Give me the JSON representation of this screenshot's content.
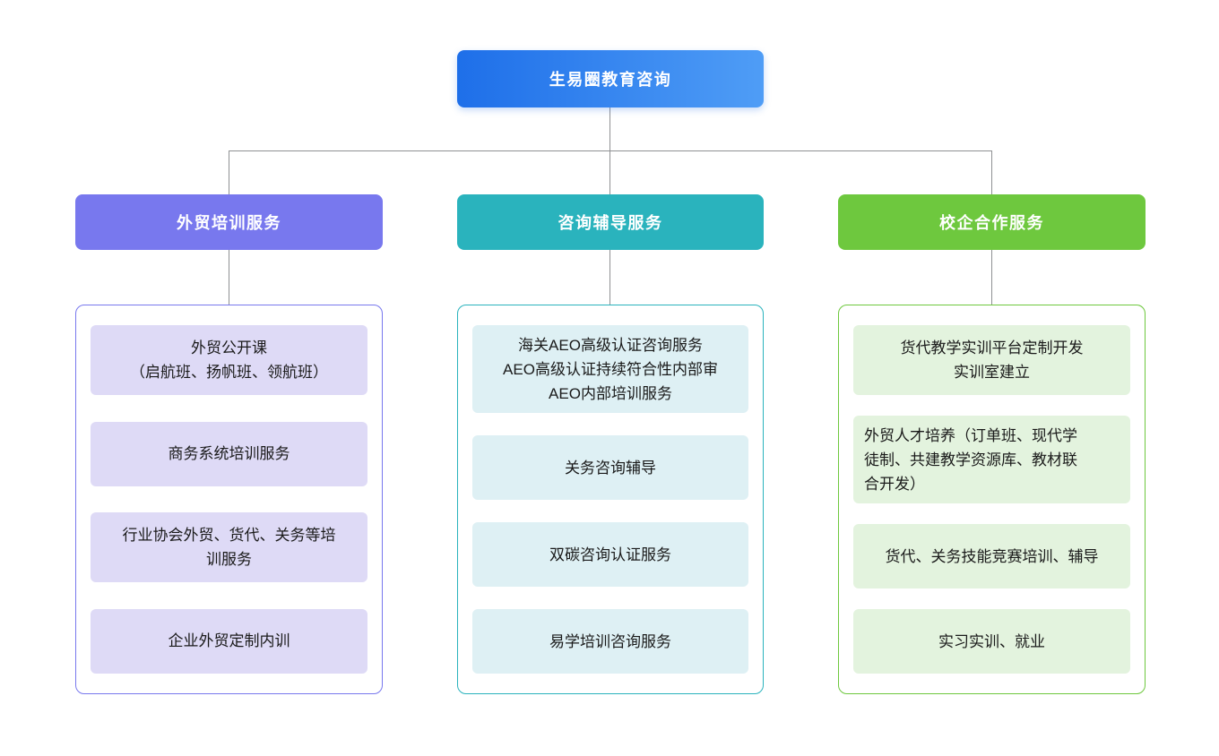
{
  "root": {
    "label": "生易圈教育咨询"
  },
  "branches": [
    {
      "label": "外贸培训服务",
      "items": [
        {
          "text": "外贸公开课\n（启航班、扬帆班、领航班）",
          "align": "center"
        },
        {
          "text": "商务系统培训服务",
          "align": "center"
        },
        {
          "text": "行业协会外贸、货代、关务等培\n训服务",
          "align": "center"
        },
        {
          "text": "企业外贸定制内训",
          "align": "center"
        }
      ]
    },
    {
      "label": "咨询辅导服务",
      "items": [
        {
          "text": "海关AEO高级认证咨询服务\nAEO高级认证持续符合性内部审\nAEO内部培训服务",
          "align": "center"
        },
        {
          "text": "关务咨询辅导",
          "align": "center"
        },
        {
          "text": "双碳咨询认证服务",
          "align": "center"
        },
        {
          "text": "易学培训咨询服务",
          "align": "center"
        }
      ]
    },
    {
      "label": "校企合作服务",
      "items": [
        {
          "text": "货代教学实训平台定制开发\n实训室建立",
          "align": "center"
        },
        {
          "text": "外贸人才培养（订单班、现代学\n徒制、共建教学资源库、教材联\n合开发）",
          "align": "left"
        },
        {
          "text": "货代、关务技能竞赛培训、辅导",
          "align": "center"
        },
        {
          "text": "实习实训、就业",
          "align": "center"
        }
      ]
    }
  ],
  "colors": {
    "background": "#ffffff",
    "root_gradient_from": "#1e6fe9",
    "root_gradient_to": "#4f9df6",
    "branch_1": "#7878ee",
    "branch_1_item_bg": "#dedaf6",
    "branch_2": "#2ab3bd",
    "branch_2_item_bg": "#def0f4",
    "branch_3": "#6ec83e",
    "branch_3_item_bg": "#e3f3de",
    "connector": "#8f9093",
    "header_text": "#ffffff",
    "item_text": "#1a1a1a"
  }
}
